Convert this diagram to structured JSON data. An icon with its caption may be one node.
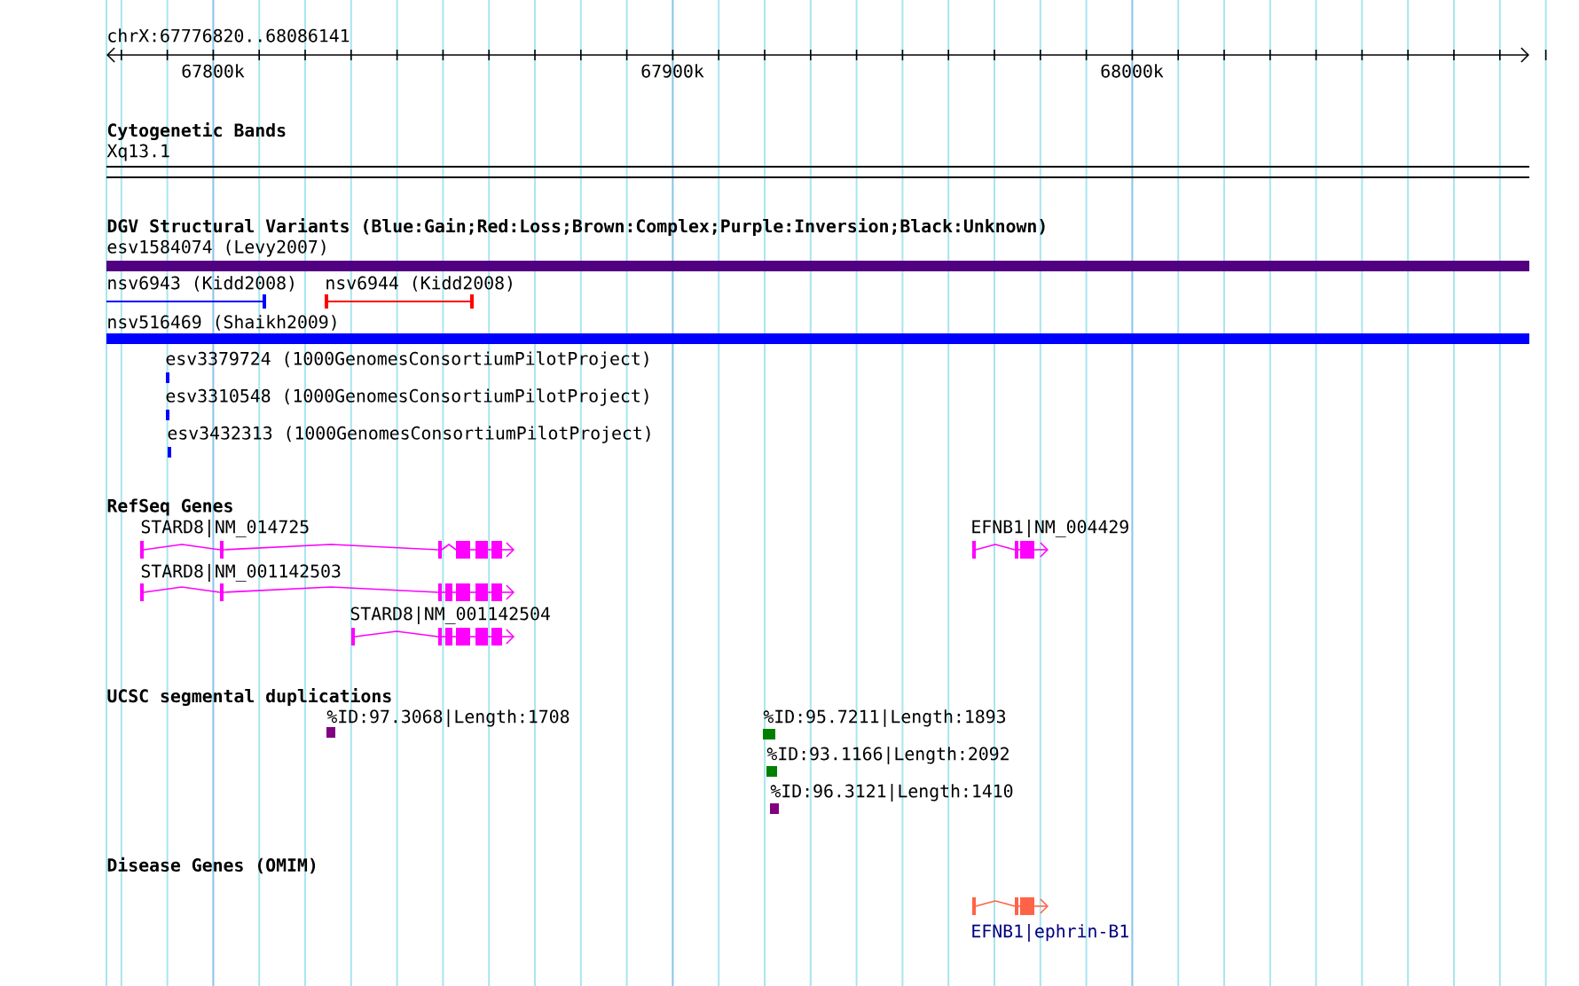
{
  "diagram": {
    "labels": [
      "chrX:67776820..68086141",
      "67800k",
      "67900k",
      "68000k",
      "Cytogenetic Bands",
      "Xq13.1",
      "DGV Structural Variants (Blue:Gain;Red:Loss;Brown:Complex;Purple:Inversion;Black:Unknown)",
      "esv1584074 (Levy2007)",
      "nsv6943 (Kidd2008)",
      "nsv6944 (Kidd2008)",
      "nsv516469 (Shaikh2009)",
      "esv3379724 (1000GenomesConsortiumPilotProject)",
      "esv3310548 (1000GenomesConsortiumPilotProject)",
      "esv3432313 (1000GenomesConsortiumPilotProject)",
      "RefSeq Genes",
      "STARD8|NM_014725",
      "EFNB1|NM_004429",
      "STARD8|NM_001142503",
      "STARD8|NM_001142504",
      "UCSC segmental duplications",
      "%ID:97.3068|Length:1708",
      "%ID:95.7211|Length:1893",
      "%ID:93.1166|Length:2092",
      "%ID:96.3121|Length:1410",
      "Disease Genes (OMIM)",
      "EFNB1|ephrin-B1"
    ]
  }
}
